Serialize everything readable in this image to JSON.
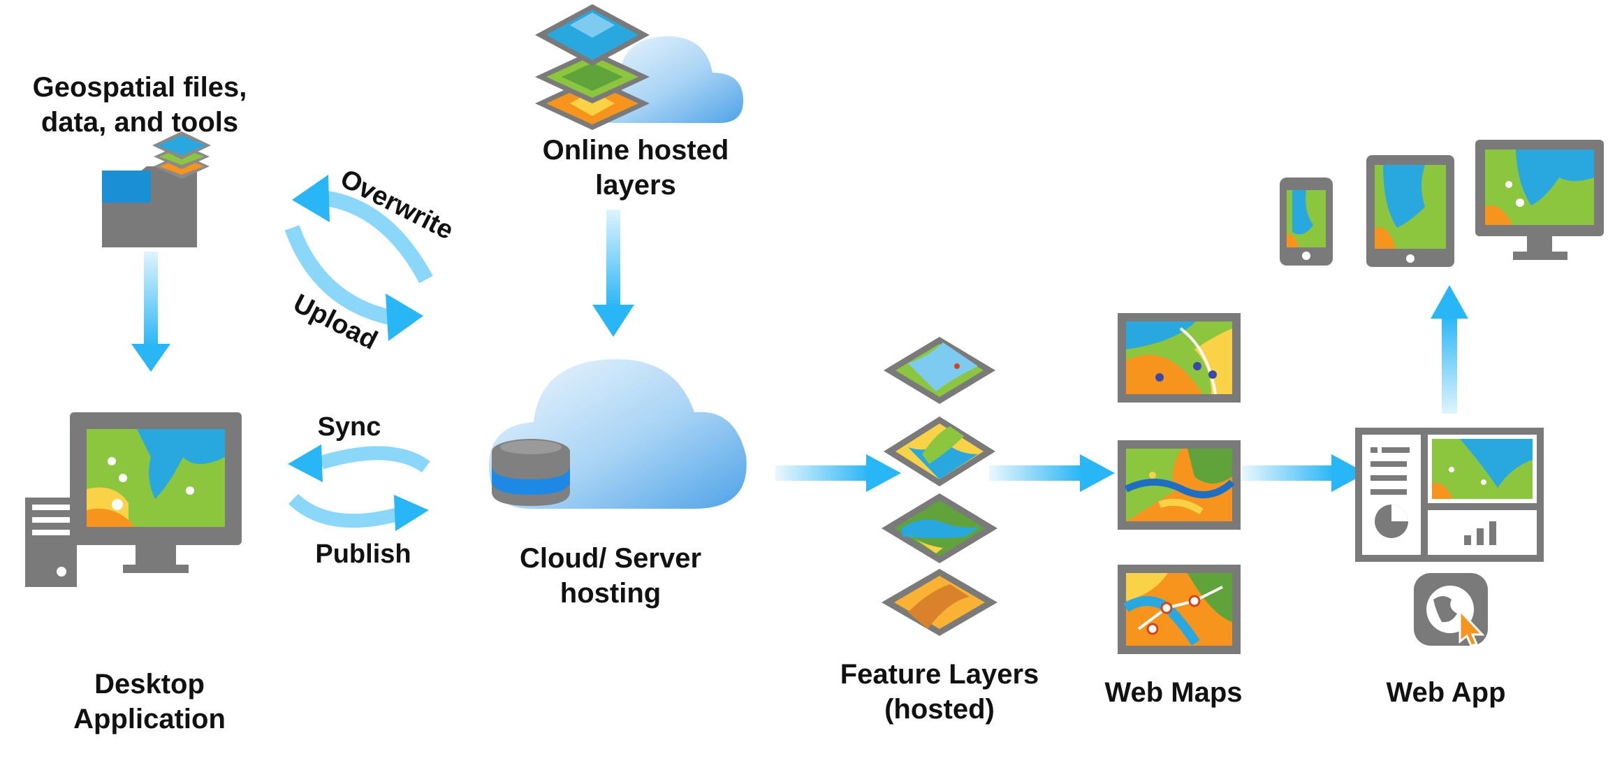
{
  "labels": {
    "geospatial_files": [
      "Geospatial files,",
      "data, and tools"
    ],
    "online_hosted": [
      "Online hosted",
      "layers"
    ],
    "desktop_app": [
      "Desktop",
      "Application"
    ],
    "cloud_server": [
      "Cloud/ Server",
      "hosting"
    ],
    "feature_layers": [
      "Feature Layers",
      "(hosted)"
    ],
    "web_maps": "Web Maps",
    "web_app": "Web App"
  },
  "arrows": {
    "overwrite": "Overwrite",
    "upload": "Upload",
    "sync": "Sync",
    "publish": "Publish"
  },
  "colors": {
    "arrow": "#29b6f6",
    "gray": "#7a7a7a",
    "map_water": "#29a8e0",
    "map_green": "#8cc63f",
    "map_orange": "#f7941d",
    "map_yellow": "#f9d248",
    "cloud_light": "#e3f2fd",
    "cloud_dark": "#64b5f6",
    "db_blue": "#1e88e5"
  },
  "icons": [
    "folder-icon",
    "layer-stack-icon",
    "cloud-icon",
    "desktop-computer-icon",
    "database-icon",
    "feature-layer-icon",
    "web-map-icon",
    "web-app-dashboard-icon",
    "globe-cursor-icon",
    "phone-icon",
    "tablet-icon",
    "monitor-icon"
  ]
}
